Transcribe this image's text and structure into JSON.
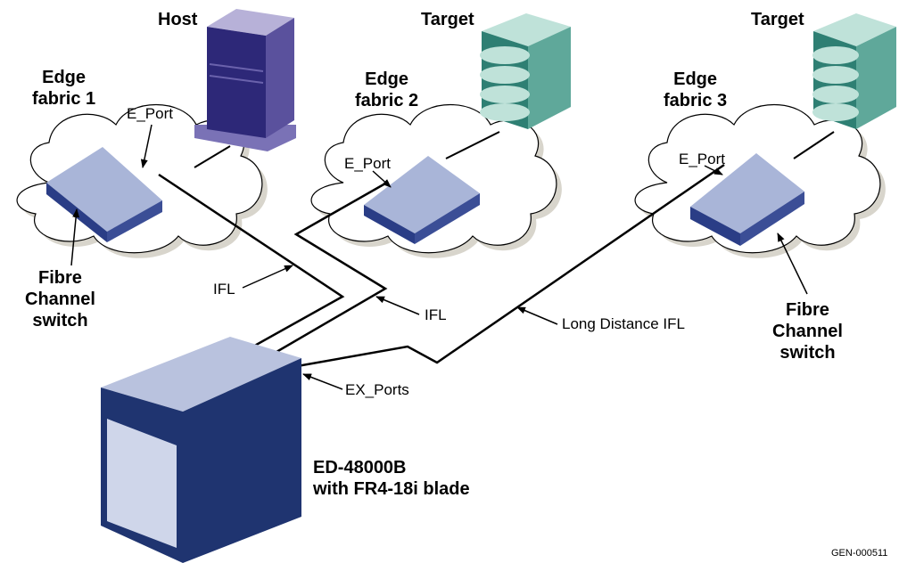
{
  "labels": {
    "host": "Host",
    "target_1": "Target",
    "target_2": "Target",
    "edge_fabric_1": [
      "Edge",
      "fabric 1"
    ],
    "edge_fabric_2": [
      "Edge",
      "fabric 2"
    ],
    "edge_fabric_3": [
      "Edge",
      "fabric 3"
    ],
    "e_port_1": "E_Port",
    "e_port_2": "E_Port",
    "e_port_3": "E_Port",
    "fc_switch_1": [
      "Fibre",
      "Channel",
      "switch"
    ],
    "fc_switch_2": [
      "Fibre",
      "Channel",
      "switch"
    ],
    "ifl_1": "IFL",
    "ifl_2": "IFL",
    "long_distance_ifl": "Long Distance IFL",
    "ex_ports": "EX_Ports",
    "director": [
      "ED-48000B",
      "with FR4-18i blade"
    ],
    "figure_id": "GEN-000511"
  },
  "colors": {
    "switch_top": "#a9b5d8",
    "switch_front": "#2a3d86",
    "switch_side": "#3b4e96",
    "host_top": "#b7b1d8",
    "host_front": "#2d2878",
    "host_side": "#5a519d",
    "storage_front": "#2e7f73",
    "storage_light": "#bfe2d9",
    "director_front": "#1f3470",
    "director_top": "#b9c2de",
    "cloud_fill": "#ffffff",
    "cloud_stroke": "#000000",
    "cloud_shadow": "#d8d5cc"
  }
}
